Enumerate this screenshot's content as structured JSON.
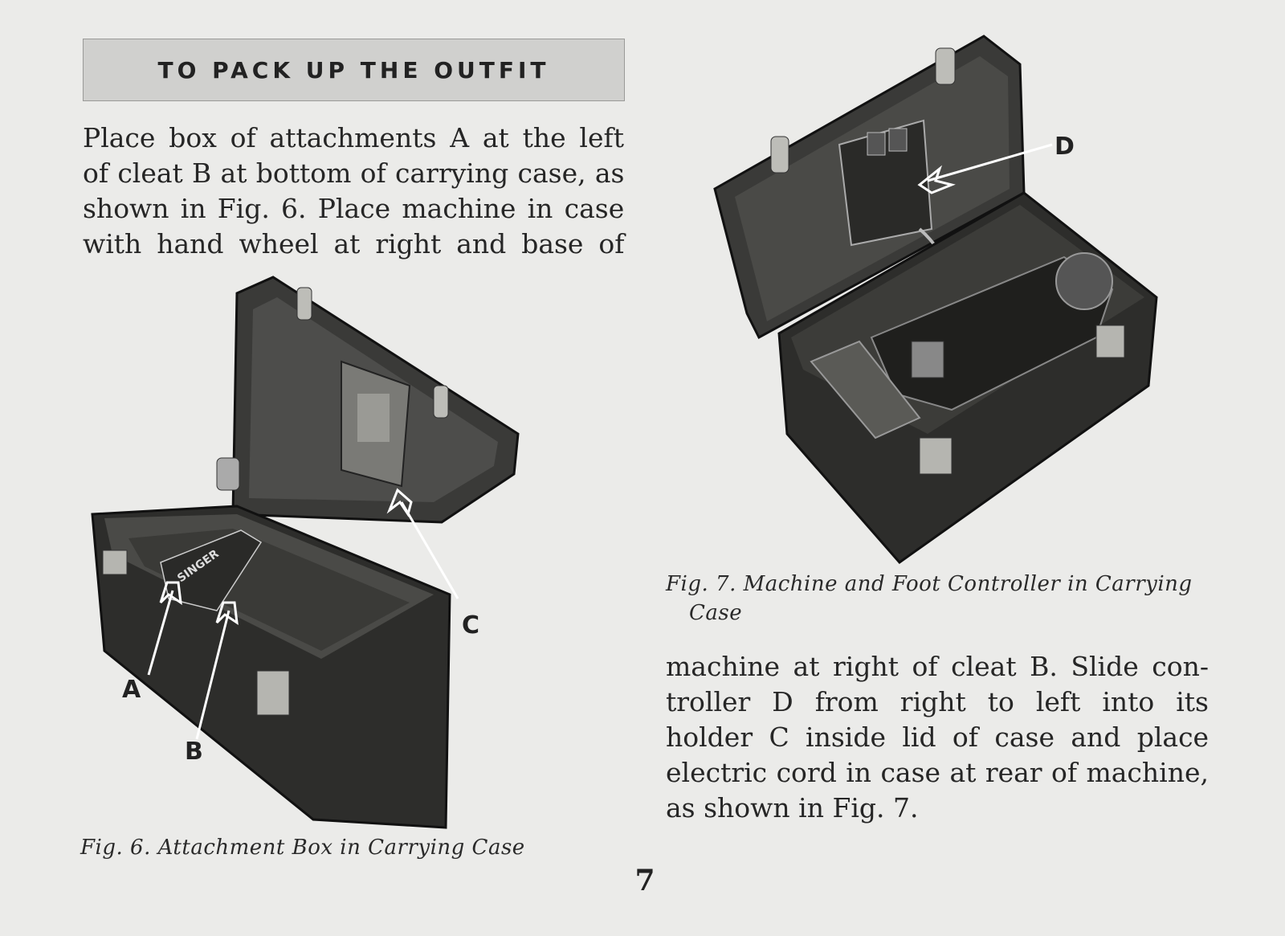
{
  "header": {
    "title": "TO PACK UP THE OUTFIT"
  },
  "left_text": {
    "lines": [
      "Place box of attachments A at the left",
      "of cleat B at bottom of carrying case, as",
      "shown in Fig. 6. Place machine in case",
      "with hand wheel at right and base of"
    ]
  },
  "right_text": {
    "lines": [
      "machine at right of cleat B. Slide con-",
      "troller D from right to left into its",
      "holder C inside lid of case and place",
      "electric cord in case at rear of machine,",
      "as shown in Fig. 7."
    ]
  },
  "figures": {
    "fig6": {
      "caption": "Fig. 6. Attachment Box in Carrying Case",
      "labels": {
        "a": "A",
        "b": "B",
        "c": "C"
      },
      "box_lettering": "SINGER"
    },
    "fig7": {
      "caption_line1": "Fig. 7. Machine and Foot Controller in Carrying",
      "caption_line2": "Case",
      "labels": {
        "d": "D"
      }
    }
  },
  "page_number": "7"
}
